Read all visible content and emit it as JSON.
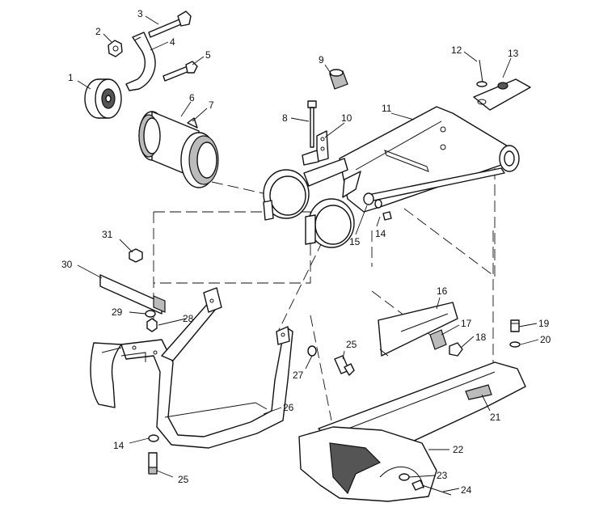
{
  "callouts": [
    {
      "n": "1"
    },
    {
      "n": "2"
    },
    {
      "n": "3"
    },
    {
      "n": "4"
    },
    {
      "n": "5"
    },
    {
      "n": "6"
    },
    {
      "n": "7"
    },
    {
      "n": "8"
    },
    {
      "n": "9"
    },
    {
      "n": "10"
    },
    {
      "n": "11"
    },
    {
      "n": "12"
    },
    {
      "n": "13"
    },
    {
      "n": "14"
    },
    {
      "n": "15"
    },
    {
      "n": "14"
    },
    {
      "n": "16"
    },
    {
      "n": "17"
    },
    {
      "n": "18"
    },
    {
      "n": "19"
    },
    {
      "n": "20"
    },
    {
      "n": "21"
    },
    {
      "n": "22"
    },
    {
      "n": "23"
    },
    {
      "n": "24"
    },
    {
      "n": "25"
    },
    {
      "n": "25"
    },
    {
      "n": "26"
    },
    {
      "n": "27"
    },
    {
      "n": "28"
    },
    {
      "n": "29"
    },
    {
      "n": "30"
    },
    {
      "n": "31"
    }
  ]
}
